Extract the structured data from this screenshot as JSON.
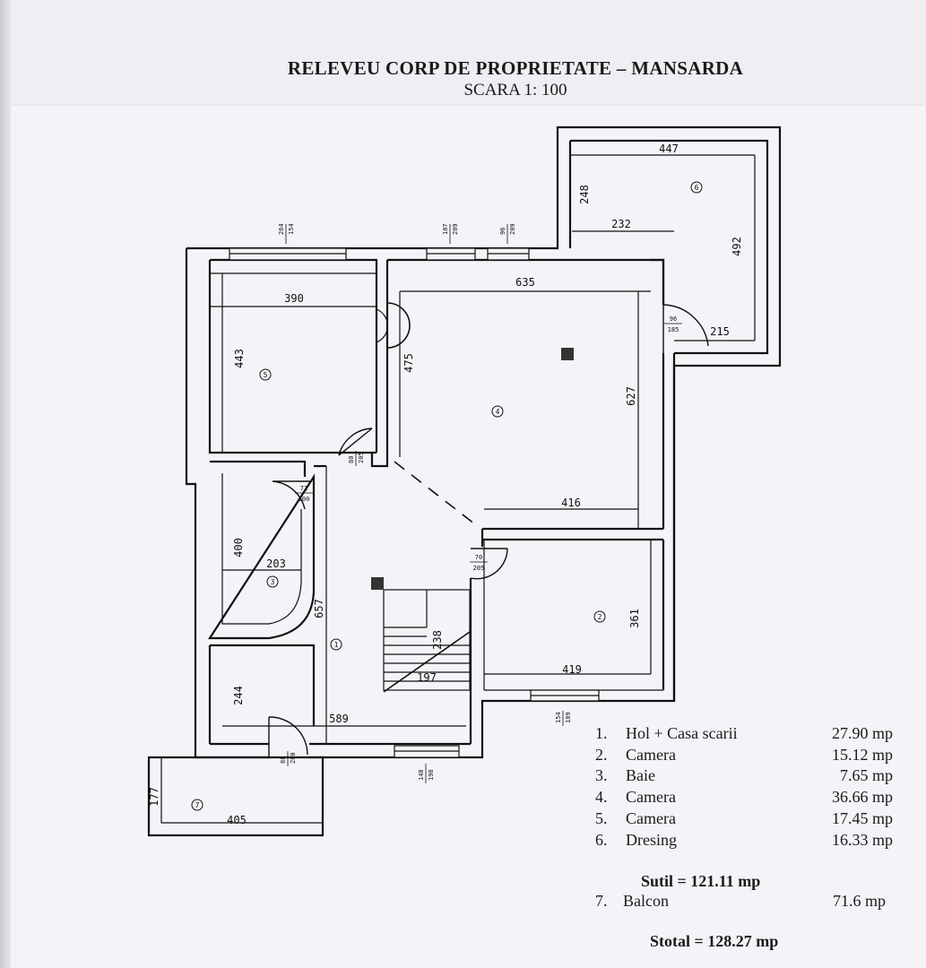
{
  "header": {
    "title": "RELEVEU CORP DE PROPRIETATE – MANSARDA",
    "scale": "SCARA 1: 100"
  },
  "plan": {
    "room_numbers": [
      "1",
      "2",
      "3",
      "4",
      "5",
      "6",
      "7"
    ],
    "room_dimensions": {
      "r6_width": "447",
      "r6_left": "248",
      "r6_inner": "232",
      "r6_height": "492",
      "r6_door": "215",
      "r5_width": "390",
      "r5_height": "443",
      "r4_width": "635",
      "r4_left": "475",
      "r4_right": "627",
      "r4_bottom": "416",
      "r3_height": "400",
      "r3_width": "203",
      "r1_height": "657",
      "r1_bottom": "589",
      "r1_lower": "244",
      "r2_height": "361",
      "r2_width": "419",
      "stair_len": "238",
      "stair_w": "197",
      "r7_height": "177",
      "r7_width": "405"
    },
    "openings": {
      "win1_top": "264",
      "win1_bot": "154",
      "win2_top": "107",
      "win2_bot": "209",
      "win3_top": "96",
      "win3_bot": "209",
      "door6_top": "96",
      "door6_bot": "185",
      "door5_top": "80",
      "door5_bot": "205",
      "door3_top": "71",
      "door3_bot": "200",
      "door2_top": "70",
      "door2_bot": "205",
      "win2r_top": "154",
      "win2r_bot": "189",
      "door7_top": "88",
      "door7_bot": "200",
      "win1b_top": "148",
      "win1b_bot": "198"
    }
  },
  "legend": {
    "items": [
      {
        "num": "1.",
        "name": "Hol + Casa scarii",
        "area": "27.90 mp"
      },
      {
        "num": "2.",
        "name": "Camera",
        "area": "15.12 mp"
      },
      {
        "num": "3.",
        "name": "Baie",
        "area": "7.65 mp"
      },
      {
        "num": "4.",
        "name": "Camera",
        "area": "36.66 mp"
      },
      {
        "num": "5.",
        "name": "Camera",
        "area": "17.45 mp"
      },
      {
        "num": "6.",
        "name": "Dresing",
        "area": "16.33 mp"
      }
    ],
    "sutil": "Sutil = 121.11 mp",
    "balcon": {
      "num": "7.",
      "name": "Balcon",
      "area": "71.6 mp"
    },
    "stotal": "Stotal = 128.27 mp"
  }
}
